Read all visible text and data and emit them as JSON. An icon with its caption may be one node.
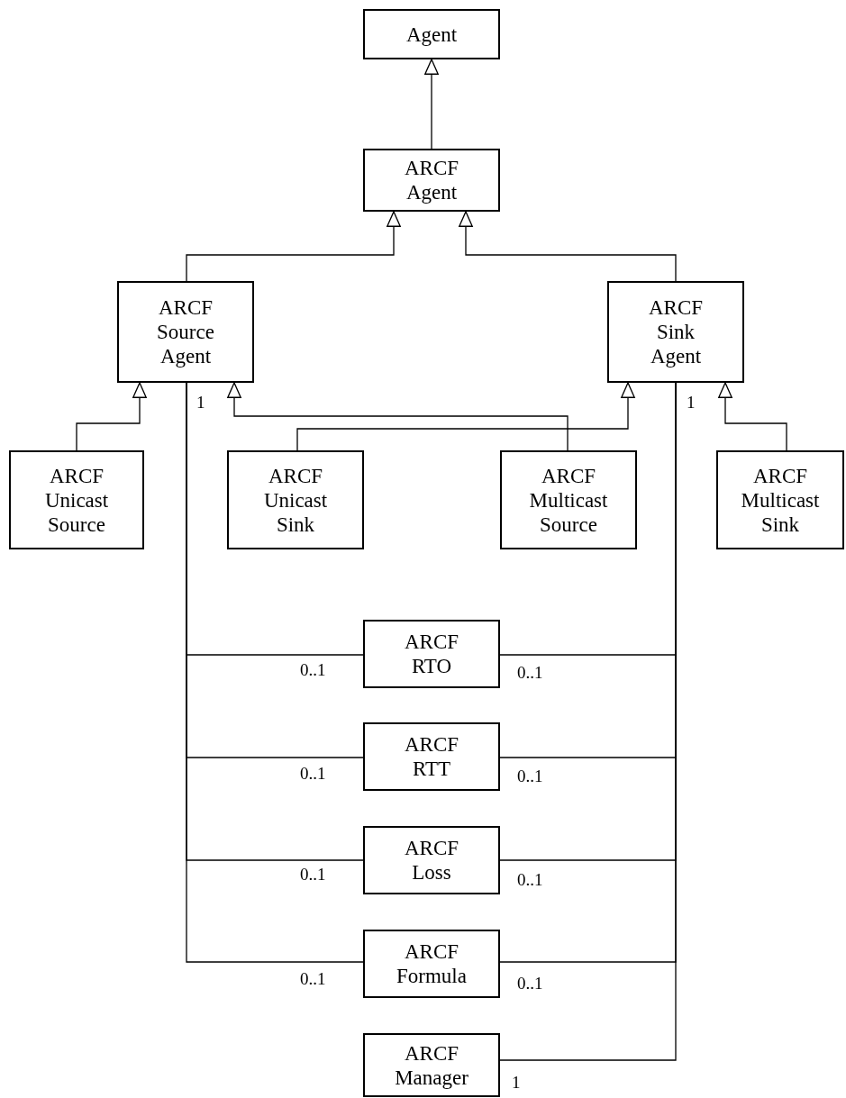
{
  "diagram": {
    "nodes": [
      {
        "text": [
          "Agent"
        ]
      },
      {
        "text": [
          "ARCF Agent"
        ]
      },
      {
        "text": [
          "ARCF Source Agent"
        ]
      },
      {
        "text": [
          "ARCF Sink Agent"
        ]
      },
      {
        "text": [
          "ARCF Unicast Source"
        ]
      },
      {
        "text": [
          "ARCF Unicast Sink"
        ]
      },
      {
        "text": [
          "ARCF Multicast Source"
        ]
      },
      {
        "text": [
          "ARCF Multicast Sink"
        ]
      },
      {
        "text": [
          "ARCF RTO"
        ]
      },
      {
        "text": [
          "ARCF RTT"
        ]
      },
      {
        "text": [
          "ARCF Loss"
        ]
      },
      {
        "text": [
          "ARCF Formula"
        ]
      },
      {
        "text": [
          "ARCF Manager"
        ]
      }
    ],
    "edges": [
      {
        "from": 1,
        "to": 0,
        "arrow": "to"
      },
      {
        "from": 2,
        "to": 1,
        "arrow": "to"
      },
      {
        "from": 3,
        "to": 1,
        "arrow": "to"
      },
      {
        "from": 4,
        "to": 2,
        "arrow": "to"
      },
      {
        "from": 5,
        "to": 3,
        "arrow": "to"
      },
      {
        "from": 6,
        "to": 2,
        "arrow": "to"
      },
      {
        "from": 7,
        "to": 3,
        "arrow": "to"
      },
      {
        "from": 2,
        "to": 8,
        "arrow": "none"
      },
      {
        "from": 2,
        "to": 9,
        "arrow": "none"
      },
      {
        "from": 2,
        "to": 10,
        "arrow": "none"
      },
      {
        "from": 2,
        "to": 11,
        "arrow": "none"
      },
      {
        "from": 3,
        "to": 8,
        "arrow": "none"
      },
      {
        "from": 3,
        "to": 9,
        "arrow": "none"
      },
      {
        "from": 3,
        "to": 10,
        "arrow": "none"
      },
      {
        "from": 3,
        "to": 11,
        "arrow": "none"
      },
      {
        "from": 3,
        "to": 12,
        "arrow": "none"
      }
    ],
    "labels": [
      "1",
      "1",
      "0..1",
      "0..1",
      "0..1",
      "0..1",
      "0..1",
      "0..1",
      "0..1",
      "0..1",
      "1"
    ]
  }
}
